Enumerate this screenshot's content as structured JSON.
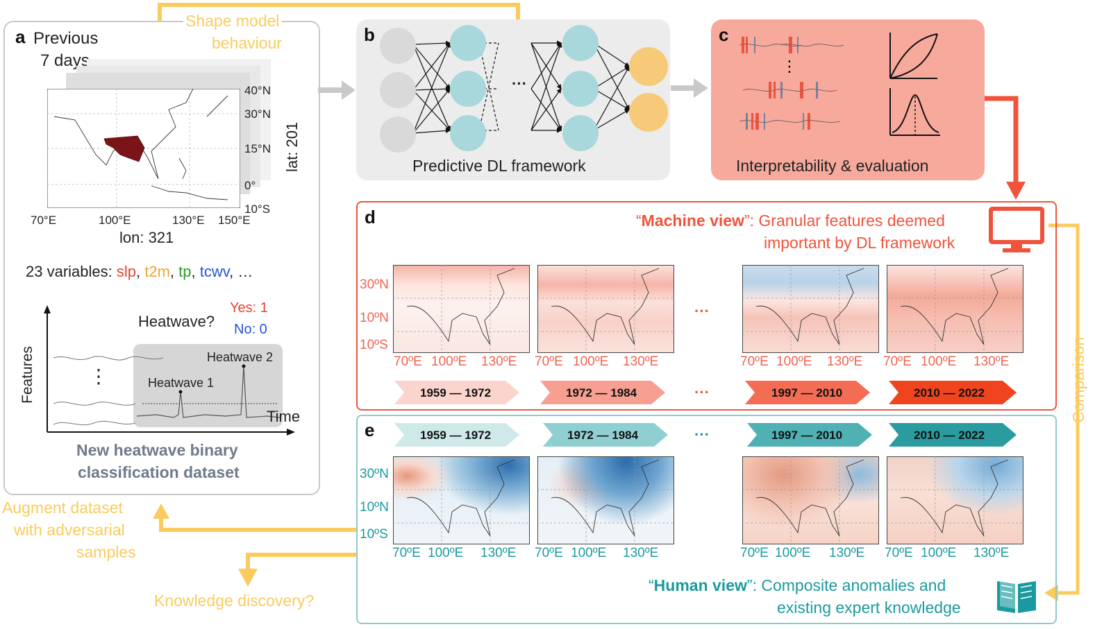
{
  "panel_a": {
    "letter": "a",
    "previous": "Previous",
    "days": "7 days",
    "lat_ticks": [
      "40°N",
      "30°N",
      "15°N",
      "0°",
      "10°S"
    ],
    "lon_ticks": [
      "70°E",
      "100°E",
      "130°E",
      "150°E"
    ],
    "lat_label": "lat: 201",
    "lon_label": "lon: 321",
    "variables_prefix": "23 variables: ",
    "var_slp": "slp",
    "var_t2m": "t2m",
    "var_tp": "tp",
    "var_tcwv": "tcwv",
    "var_more": ", …",
    "heatwave_q": "Heatwave?",
    "yes": "Yes: 1",
    "no": "No: 0",
    "features": "Features",
    "time": "Time",
    "hw1": "Heatwave 1",
    "hw2": "Heatwave 2",
    "dots": "⋮",
    "caption1": "New heatwave binary",
    "caption2": "classification dataset"
  },
  "shape_model": [
    "Shape model",
    "behaviour"
  ],
  "augment": [
    "Augment dataset",
    "with adversarial",
    "samples"
  ],
  "knowledge": "Knowledge discovery?",
  "comparison": "Comparison",
  "panel_b": {
    "letter": "b",
    "title": "Predictive DL framework",
    "ellipsis": "···"
  },
  "panel_c": {
    "letter": "c",
    "title": "Interpretability & evaluation"
  },
  "panel_d": {
    "letter": "d",
    "view_bold": "Machine view",
    "view_rest1": ": Granular features deemed",
    "view_rest2": "important by DL framework",
    "lat_ticks": [
      "30ºN",
      "10ºN",
      "10ºS"
    ],
    "lon_ticks": [
      "70ºE",
      "100ºE",
      "130ºE"
    ],
    "periods": [
      "1959 — 1972",
      "1972 — 1984",
      "1997 — 2010",
      "2010 — 2022"
    ],
    "ellipsis": "···"
  },
  "panel_e": {
    "letter": "e",
    "view_bold": "Human view",
    "view_rest1": ": Composite anomalies and",
    "view_rest2": "existing expert knowledge",
    "lat_ticks": [
      "30ºN",
      "10ºN",
      "10ºS"
    ],
    "lon_ticks": [
      "70ºE",
      "100ºE",
      "130ºE"
    ],
    "periods": [
      "1959 — 1972",
      "1972 — 1984",
      "1997 — 2010",
      "2010 — 2022"
    ],
    "ellipsis": "···"
  },
  "colors": {
    "yellow": "#fbcb5d",
    "red": "#f0533b",
    "teal": "#1a9a9e",
    "node_grey": "#d9d9d9",
    "node_teal": "#a8d8db",
    "node_orange": "#f7ca7a"
  },
  "icons": [
    "monitor-icon",
    "book-icon"
  ]
}
